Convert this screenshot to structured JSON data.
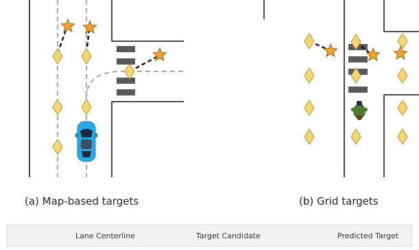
{
  "captions": {
    "map_based": "(a) Map-based targets",
    "grid": "(b) Grid targets"
  },
  "legend": {
    "lane_centerline": "Lane Centerline",
    "target_candidate": "Target Candidate",
    "predicted_target": "Predicted Target"
  },
  "colors": {
    "road_edge": "#333333",
    "lane_centerline": "#a6a6a6",
    "candidate_fill": "#f8d772",
    "candidate_stroke": "#b89a3a",
    "predicted_fill": "#f5a32c",
    "predicted_stroke": "#9a5f12",
    "crosswalk": "#595959",
    "car": "#2aa8e6",
    "pedestrian": "#4d7a2e",
    "legend_bg": "#f2f2f2"
  },
  "icons": {
    "target_candidate": "diamond-icon",
    "predicted_target": "star-icon",
    "vehicle": "car-icon",
    "pedestrian": "pedestrian-icon"
  }
}
